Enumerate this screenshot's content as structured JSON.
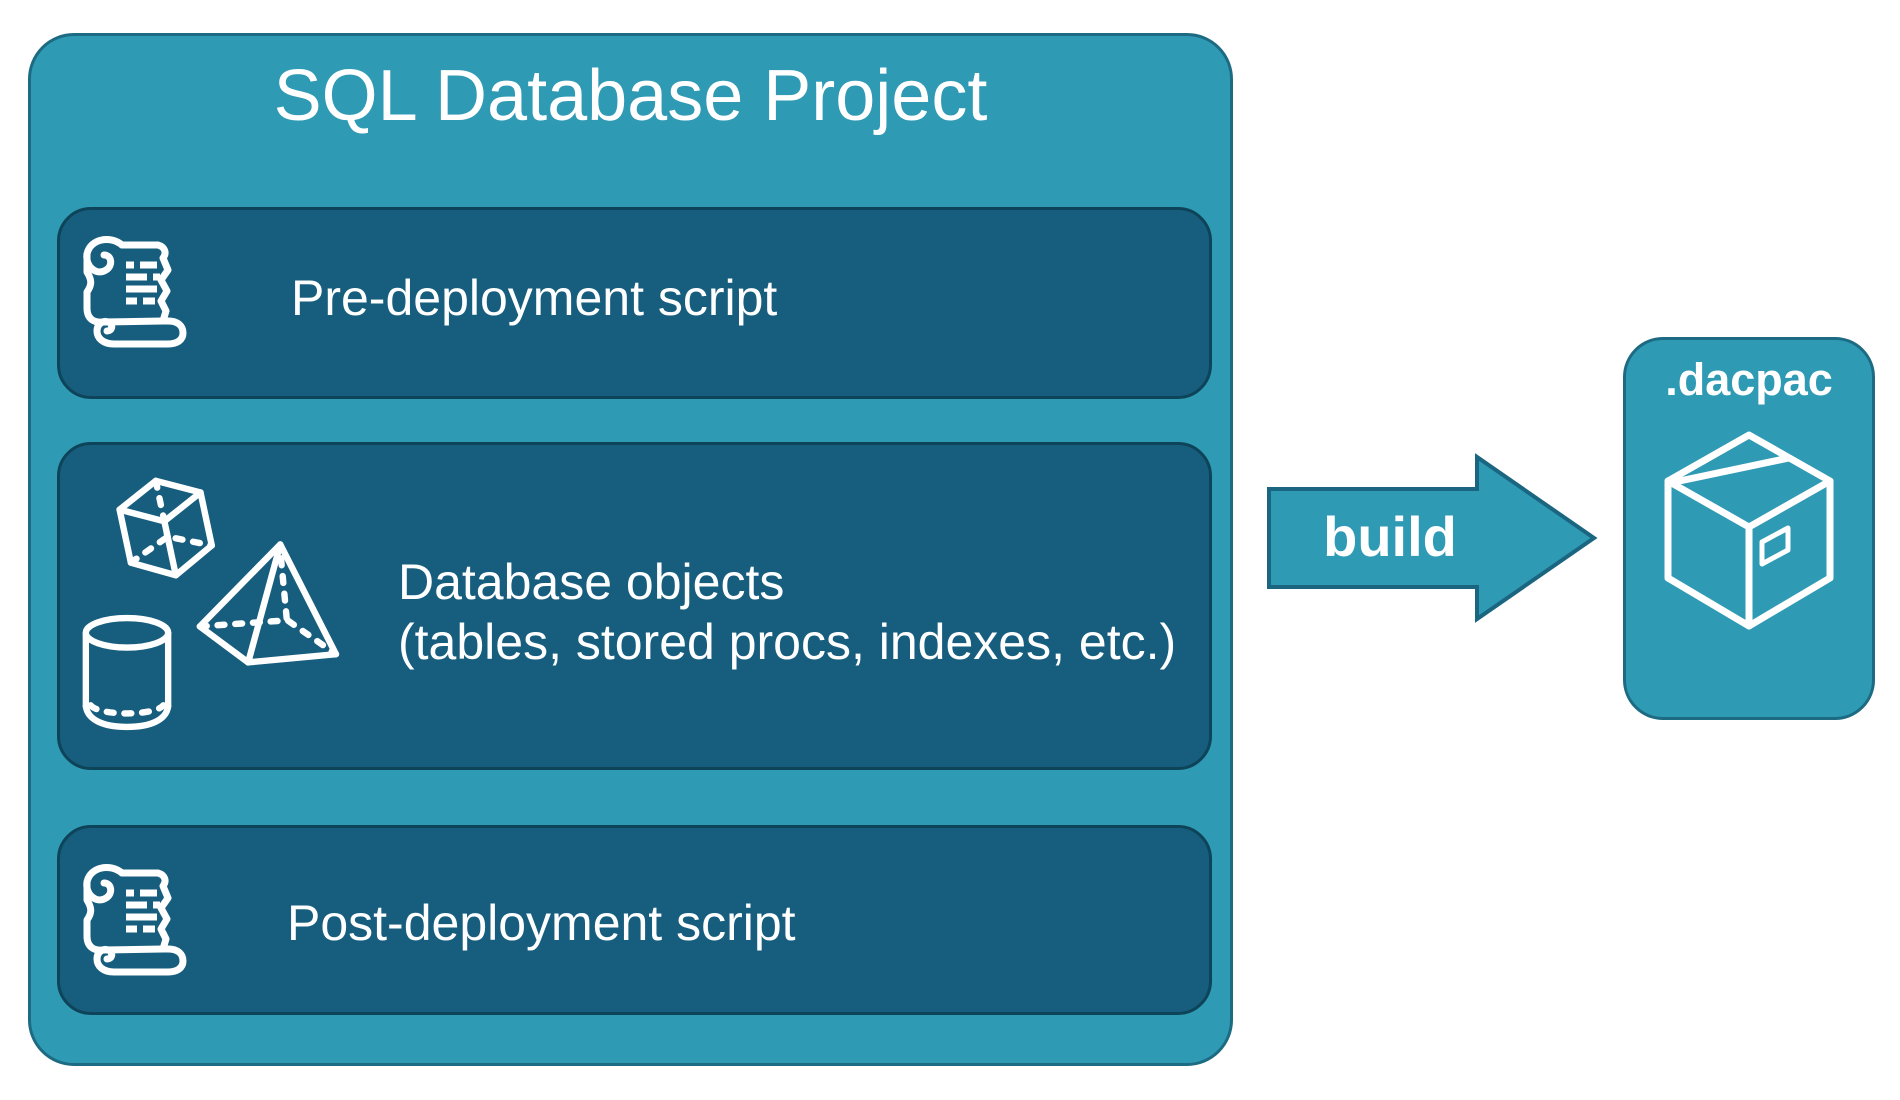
{
  "colors": {
    "teal_fill": "#2F9AB4",
    "teal_border": "#1C6B83",
    "dark_fill": "#175E7E",
    "dark_border": "#0E4459",
    "text": "#FFFFFF"
  },
  "project": {
    "title": "SQL Database Project",
    "boxes": [
      {
        "label": "Pre-deployment script",
        "icon": "scroll-icon"
      },
      {
        "label_line1": "Database objects",
        "label_line2": "(tables, stored procs, indexes, etc.)",
        "icons": [
          "cube-icon",
          "pyramid-icon",
          "cylinder-icon"
        ]
      },
      {
        "label": "Post-deployment script",
        "icon": "scroll-icon"
      }
    ]
  },
  "arrow": {
    "label": "build"
  },
  "output": {
    "label": ".dacpac",
    "icon": "package-icon"
  }
}
